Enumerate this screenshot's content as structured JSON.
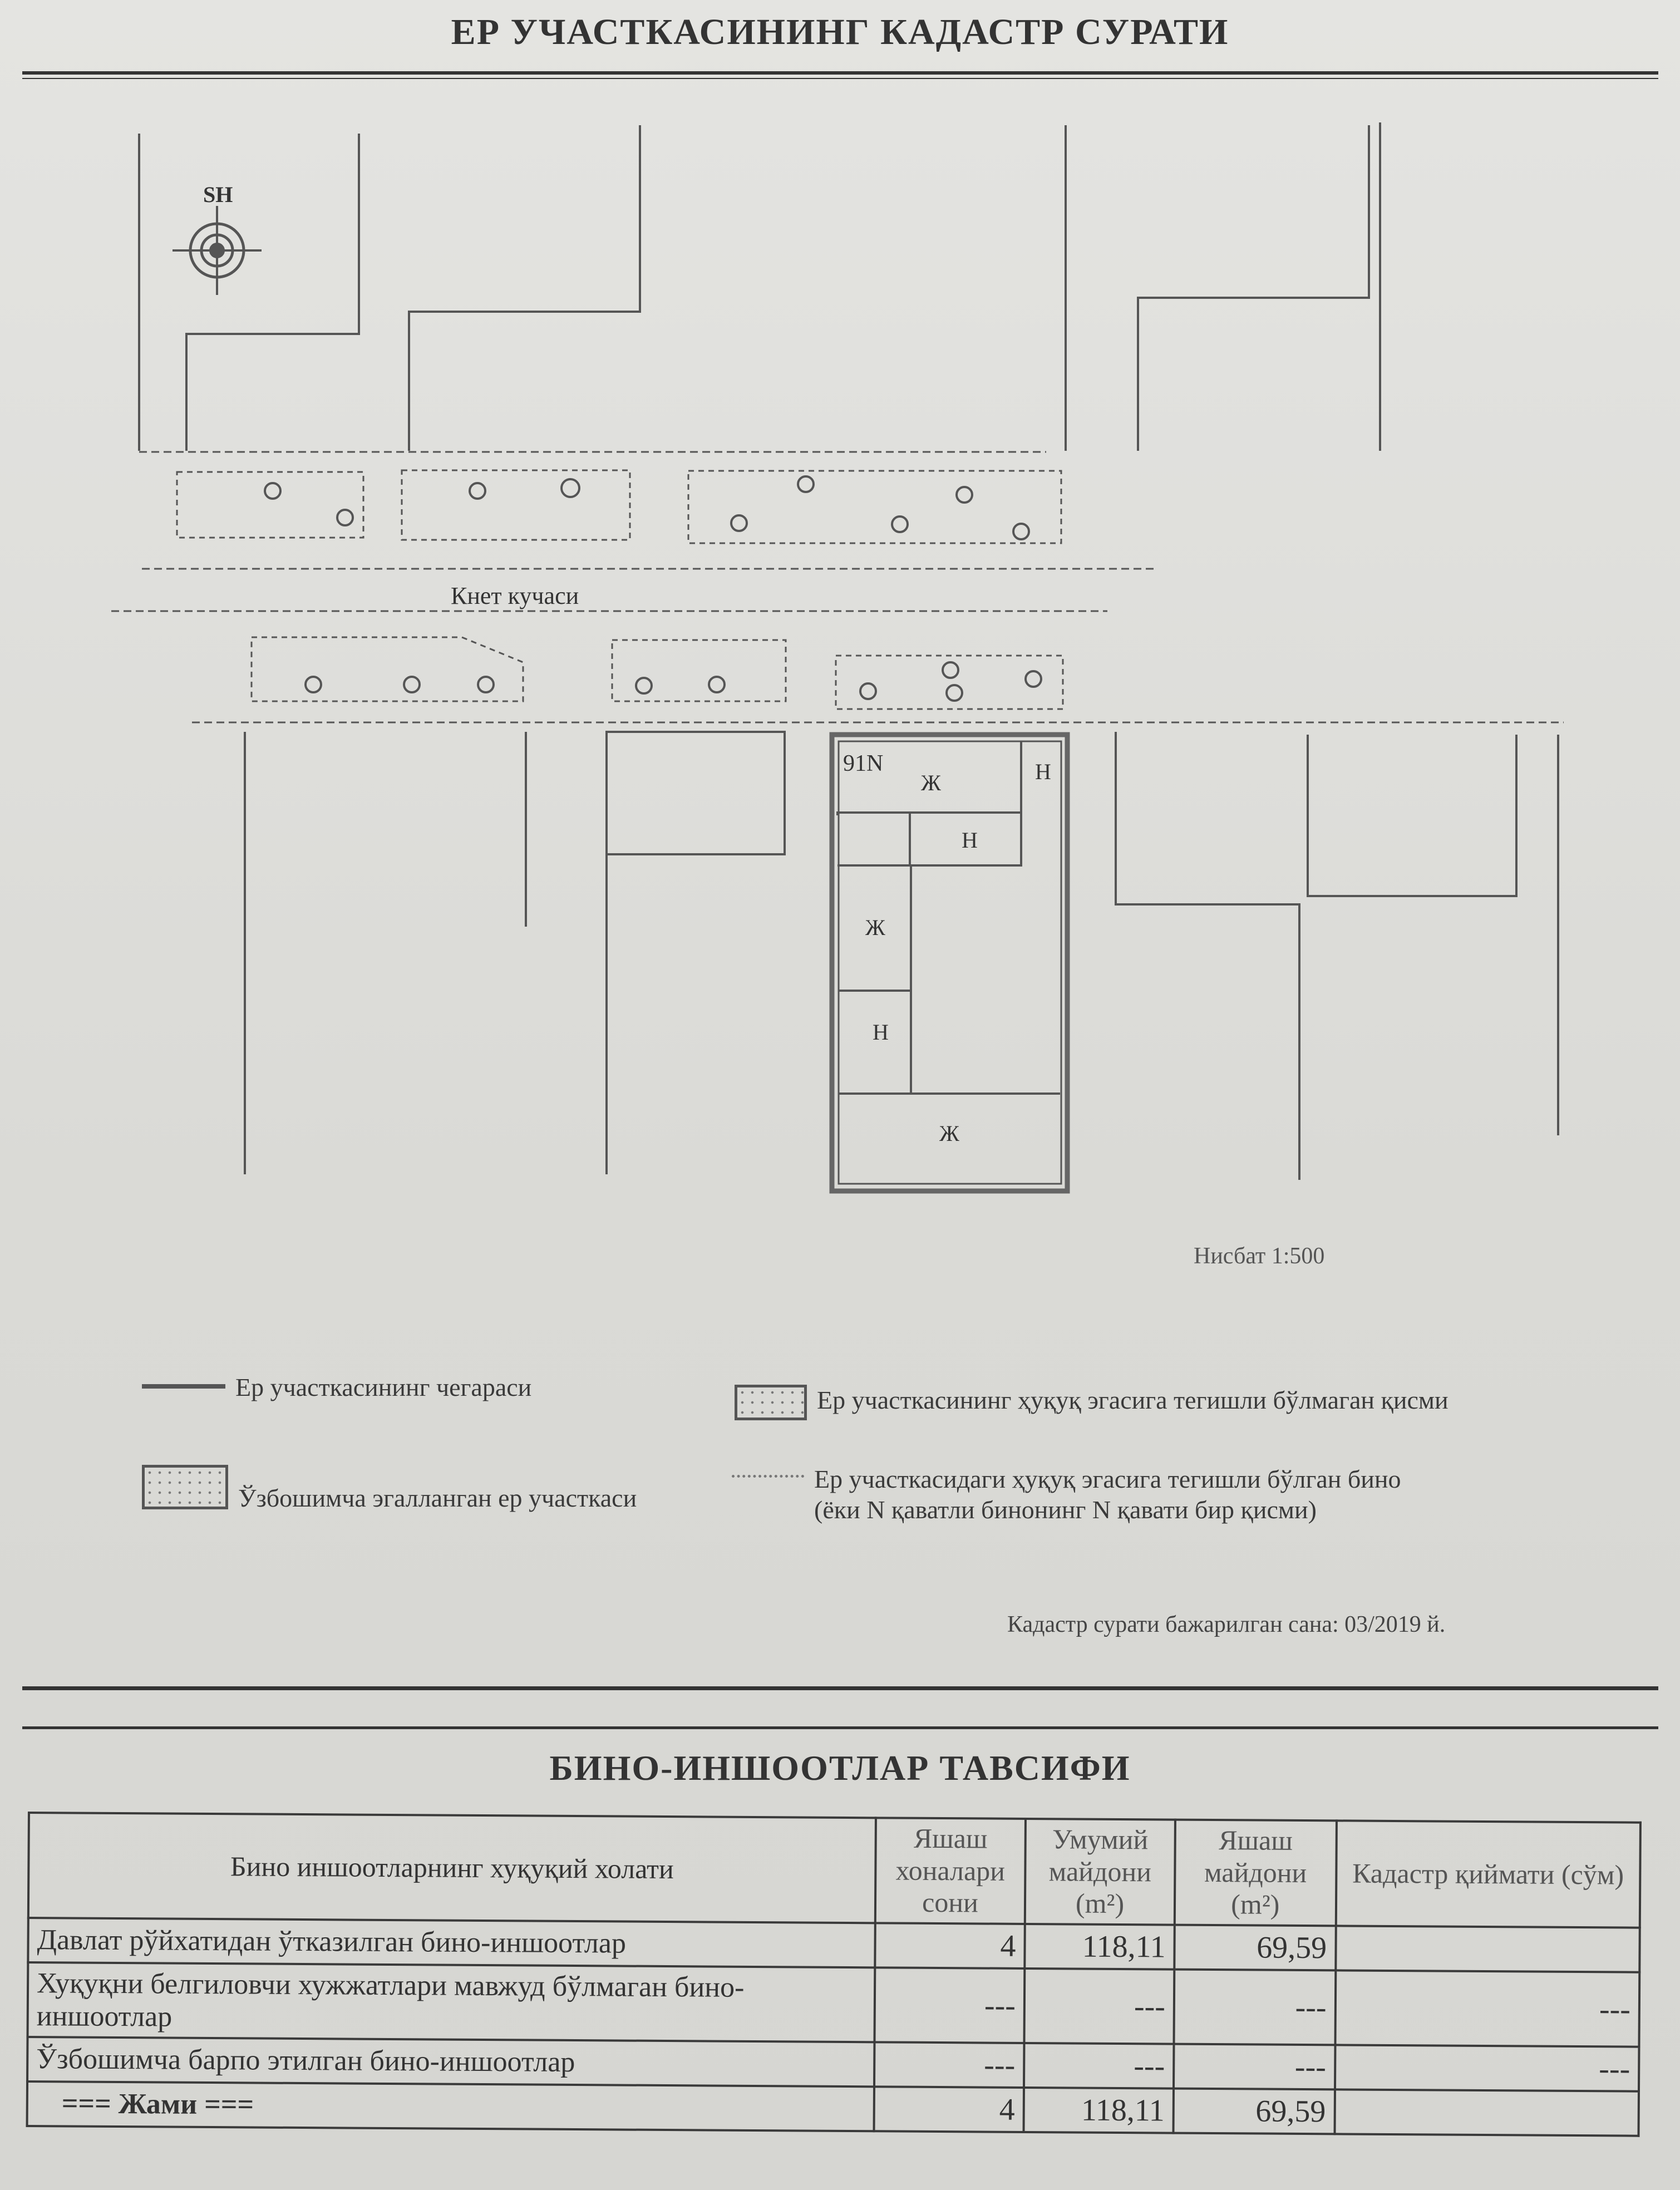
{
  "header": {
    "title": "ЕР УЧАСТКАСИНИНГ КАДАСТР СУРАТИ"
  },
  "map": {
    "compass_label": "SH",
    "street_name": "Кнет кучаси",
    "parcel_number": "91N",
    "room_labels": [
      "Ж",
      "Н",
      "Н",
      "Ж",
      "Н",
      "Ж"
    ],
    "scale": "Нисбат 1:500"
  },
  "legend": {
    "items": [
      "Ер участкасининг чегараси",
      "Ер участкасининг ҳуқуқ эгасига тегишли бўлмаган қисми",
      "Ўзбошимча эгалланган ер участкаси",
      "Ер участкасидаги ҳуқуқ эгасига тегишли бўлган бино",
      "(ёки N қаватли бинонинг N қавати бир қисми)"
    ]
  },
  "completion_date": "Кадастр сурати бажарилган сана:   03/2019 й.",
  "buildings": {
    "title": "БИНО-ИНШООТЛАР ТАВСИФИ",
    "columns": [
      "Бино иншоотларнинг хуқуқий холати",
      "Яшаш хоналари сони",
      "Умумий майдони (m²)",
      "Яшаш майдони (m²)",
      "Кадастр қиймати (сўм)"
    ],
    "rows": [
      {
        "label": "Давлат рўйхатидан ўтказилган бино-иншоотлар",
        "rooms": "4",
        "total_area": "118,11",
        "living_area": "69,59",
        "value": ""
      },
      {
        "label": "Хуқуқни белгиловчи хужжатлари мавжуд бўлмаган бино-иншоотлар",
        "rooms": "---",
        "total_area": "---",
        "living_area": "---",
        "value": "---"
      },
      {
        "label": "Ўзбошимча барпо этилган бино-иншоотлар",
        "rooms": "---",
        "total_area": "---",
        "living_area": "---",
        "value": "---"
      }
    ],
    "total": {
      "label": "=== Жами ===",
      "rooms": "4",
      "total_area": "118,11",
      "living_area": "69,59",
      "value": ""
    }
  }
}
